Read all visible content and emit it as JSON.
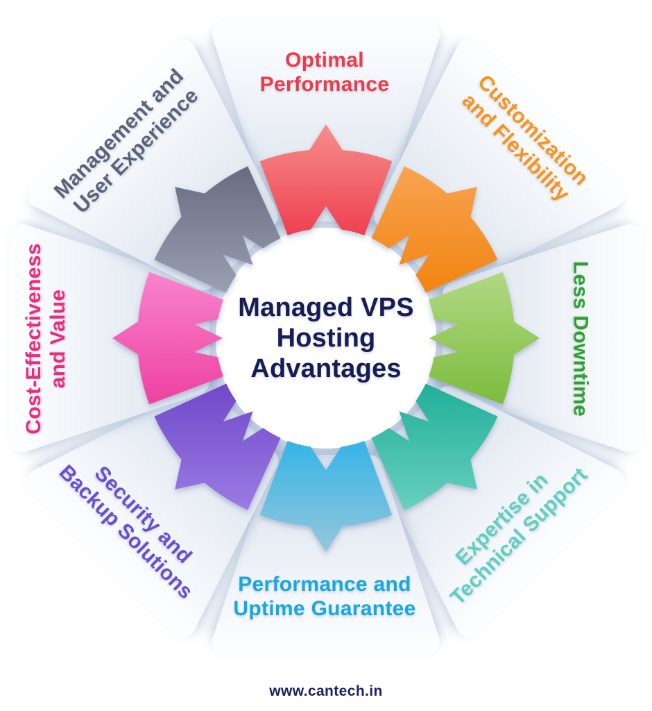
{
  "center": {
    "title": "Managed VPS Hosting Advantages",
    "title_lines": [
      "Managed VPS",
      "Hosting",
      "Advantages"
    ],
    "text_color": "#161c55",
    "circle_color": "#ffffff"
  },
  "footer": {
    "url": "www.cantech.in",
    "color": "#1b2161"
  },
  "background_color": "#ffffff",
  "panel": {
    "gradient_outer": "#fbfdff",
    "gradient_inner": "#dce3ed",
    "shadow_color": "#8ba0c2"
  },
  "segments": [
    {
      "id": "optimal-performance",
      "label": "Optimal Performance",
      "lines": [
        "Optimal",
        "Performance"
      ],
      "text_color": "#ee3b4a",
      "wedge_gradient": [
        "#f68e8a",
        "#ee4050"
      ]
    },
    {
      "id": "customization-and-flexibility",
      "label": "Customization and Flexibility",
      "lines": [
        "Customization",
        "and Flexibility"
      ],
      "text_color": "#f7941e",
      "wedge_gradient": [
        "#f9a352",
        "#f18410"
      ]
    },
    {
      "id": "less-downtime",
      "label": "Less Downtime",
      "lines": [
        "Less Downtime"
      ],
      "text_color": "#2da12d",
      "wedge_gradient": [
        "#b2d883",
        "#7cbc3e"
      ]
    },
    {
      "id": "expertise-in-technical-support",
      "label": "Expertise in Technical Support",
      "lines": [
        "Expertise in",
        "Technical Support"
      ],
      "text_color": "#5fcfc0",
      "wedge_gradient": [
        "#21af9a",
        "#68d0be"
      ]
    },
    {
      "id": "performance-and-uptime-guarantee",
      "label": "Performance and Uptime Guarantee",
      "lines": [
        "Performance and",
        "Uptime Guarantee"
      ],
      "text_color": "#18a8e0",
      "wedge_gradient": [
        "#35b4e7",
        "#95c7db"
      ]
    },
    {
      "id": "security-and-backup-solutions",
      "label": "Security and Backup Solutions",
      "lines": [
        "Security and",
        "Backup Solutions"
      ],
      "text_color": "#6a4ed2",
      "wedge_gradient": [
        "#7148c9",
        "#9a7ce4"
      ]
    },
    {
      "id": "cost-effectiveness-and-value",
      "label": "Cost-Effectiveness and Value",
      "lines": [
        "Cost-Effectiveness",
        "and Value"
      ],
      "text_color": "#ee2a7c",
      "wedge_gradient": [
        "#f883cd",
        "#ee41a1"
      ]
    },
    {
      "id": "management-and-user-experience",
      "label": "Management and User Experience",
      "lines": [
        "Management and",
        "User Experience"
      ],
      "text_color": "#5c6377",
      "wedge_gradient": [
        "#666c82",
        "#9a9fb1"
      ]
    }
  ]
}
